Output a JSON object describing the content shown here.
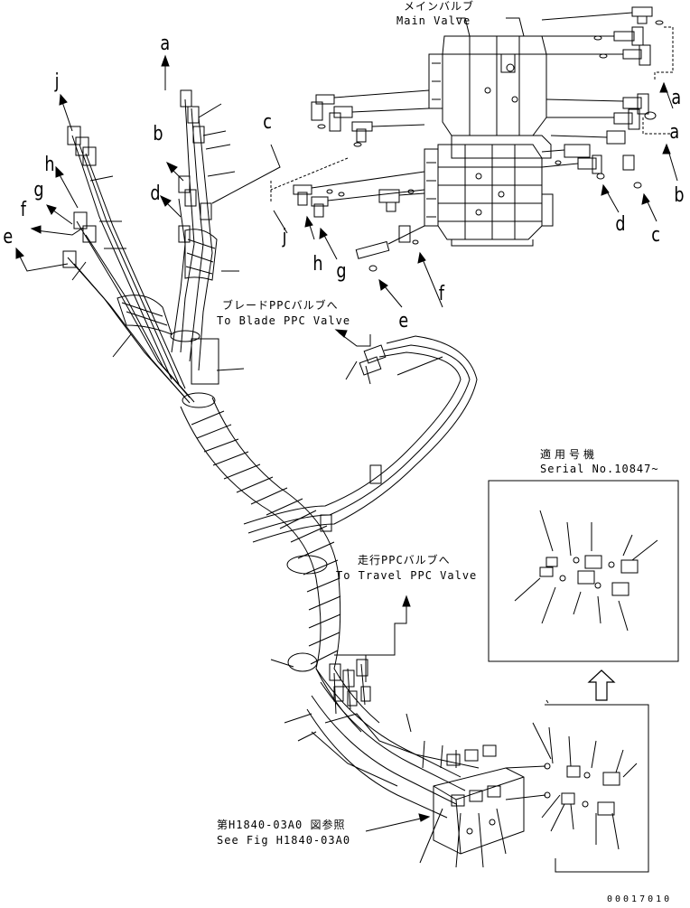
{
  "labels": {
    "main_valve_jp": "メインバルブ",
    "main_valve_en": "Main Valve",
    "blade_ppc_jp": "ブレードPPCバルブへ",
    "blade_ppc_en": "To Blade PPC Valve",
    "travel_ppc_jp": "走行PPCバルブへ",
    "travel_ppc_en": "To Travel PPC Valve",
    "serial_jp": "適用号機",
    "serial_en": "Serial No.10847~",
    "see_fig_jp": "第H1840-03A0 図参照",
    "see_fig_en": "See Fig H1840-03A0",
    "doc_number": "00017010"
  },
  "callout_letters": {
    "left": [
      "a",
      "b",
      "c",
      "d",
      "e",
      "f",
      "g",
      "h",
      "j"
    ],
    "right": [
      "a",
      "b",
      "c",
      "d",
      "e",
      "f",
      "g",
      "h",
      "j"
    ]
  },
  "colors": {
    "line": "#000000",
    "background": "#ffffff"
  }
}
